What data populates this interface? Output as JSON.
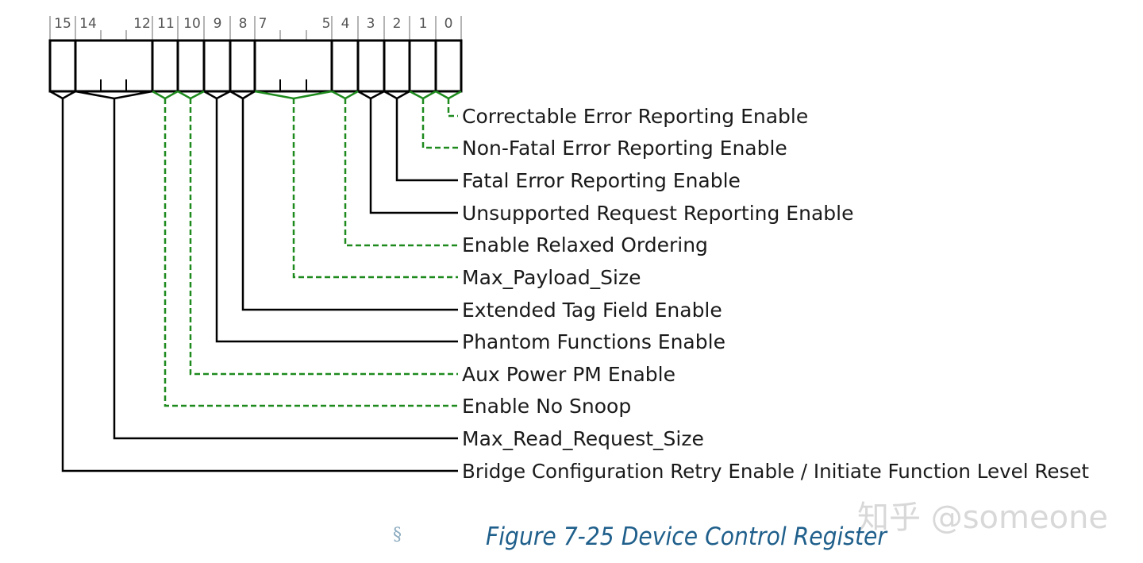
{
  "register_name": "Device Control Register",
  "bit_numbers": [
    "15",
    "14",
    "12",
    "11",
    "10",
    "9",
    "8",
    "7",
    "5",
    "4",
    "3",
    "2",
    "1",
    "0"
  ],
  "fields": [
    {
      "bits": "0",
      "name": "Correctable Error Reporting Enable",
      "style": "dashed"
    },
    {
      "bits": "1",
      "name": "Non-Fatal Error Reporting Enable",
      "style": "dashed"
    },
    {
      "bits": "2",
      "name": "Fatal Error Reporting Enable",
      "style": "solid"
    },
    {
      "bits": "3",
      "name": "Unsupported Request Reporting Enable",
      "style": "solid"
    },
    {
      "bits": "4",
      "name": "Enable Relaxed Ordering",
      "style": "dashed"
    },
    {
      "bits": "7:5",
      "name": "Max_Payload_Size",
      "style": "dashed"
    },
    {
      "bits": "8",
      "name": "Extended Tag Field Enable",
      "style": "solid"
    },
    {
      "bits": "9",
      "name": "Phantom Functions Enable",
      "style": "solid"
    },
    {
      "bits": "10",
      "name": "Aux Power PM Enable",
      "style": "dashed"
    },
    {
      "bits": "11",
      "name": "Enable No Snoop",
      "style": "dashed"
    },
    {
      "bits": "14:12",
      "name": "Max_Read_Request_Size",
      "style": "solid"
    },
    {
      "bits": "15",
      "name": "Bridge Configuration Retry Enable / Initiate Function Level Reset",
      "style": "solid"
    }
  ],
  "caption": "Figure 7-25 Device Control Register",
  "section_mark": "§",
  "watermark": "知乎 @someone",
  "colors": {
    "solid_line": "#000000",
    "dashed_line": "#1e8a1e",
    "caption": "#1f5f8b"
  }
}
